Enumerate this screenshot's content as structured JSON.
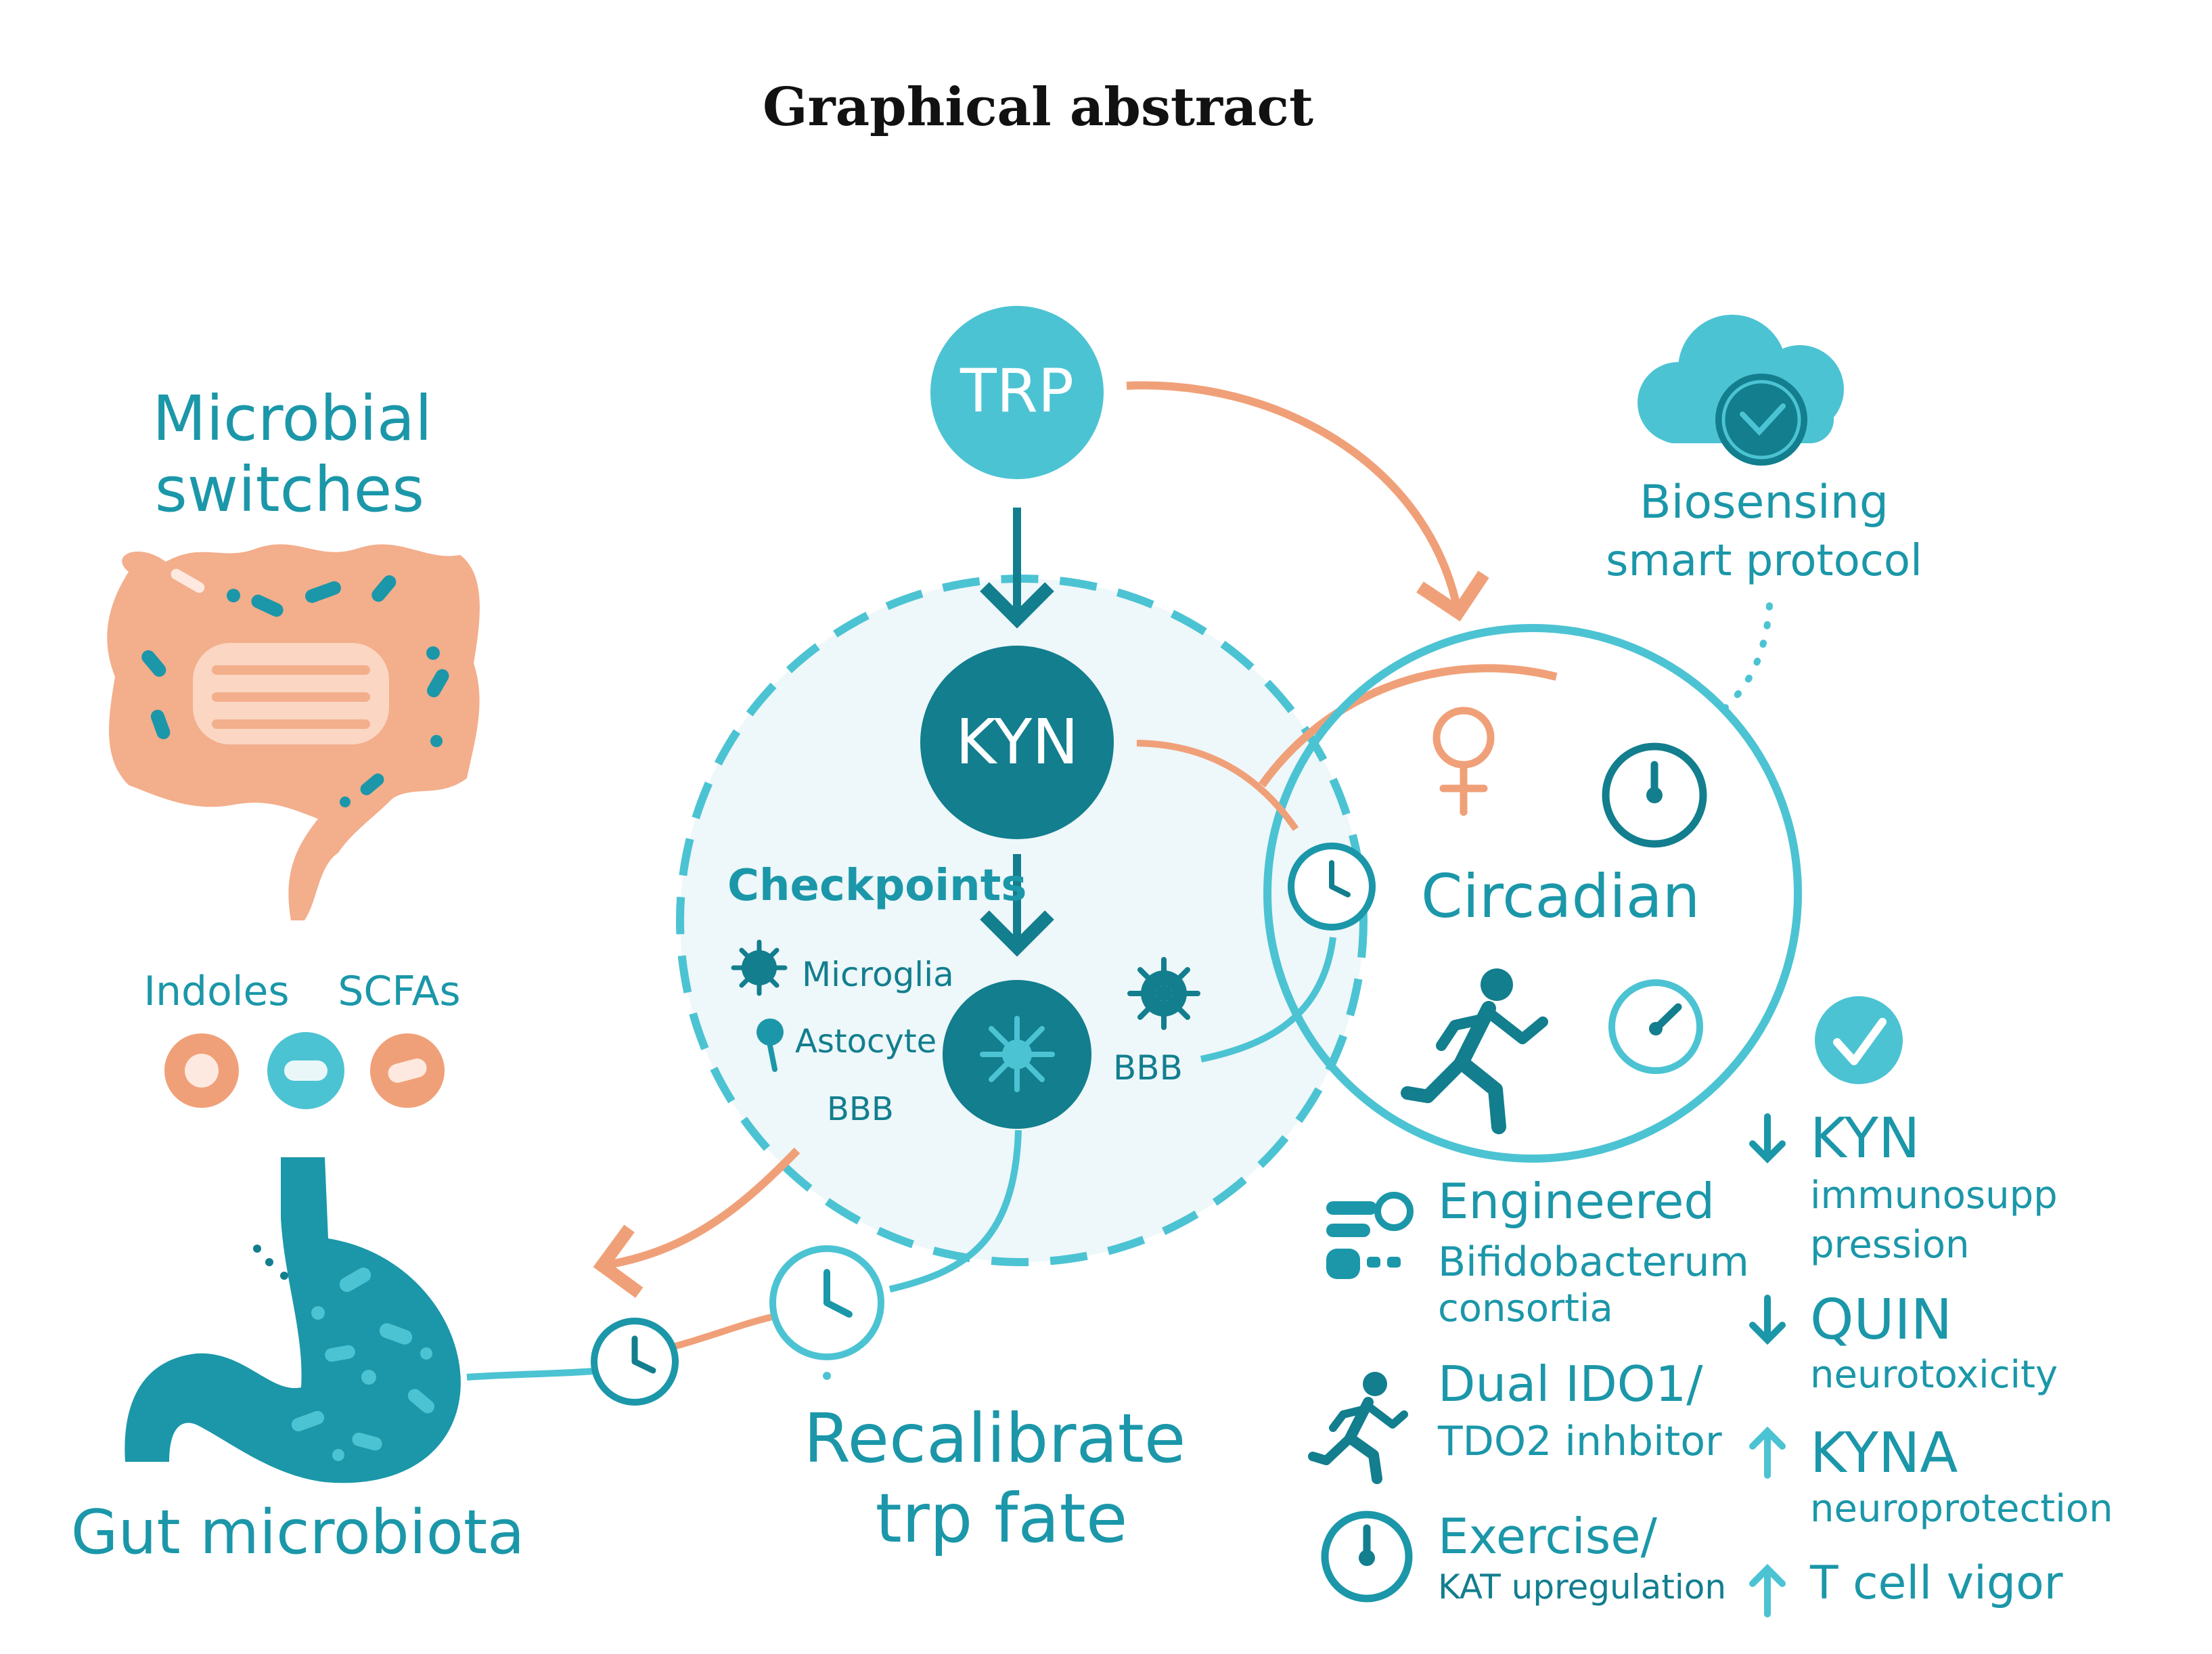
{
  "title": "Graphical abstract",
  "nodes": {
    "trp": "TRP",
    "kyn": "KYN",
    "circadian": "Circadian"
  },
  "microbial": {
    "heading_line1": "Microbial",
    "heading_line2": "switches",
    "indoles": "Indoles",
    "scfas": "SCFAs"
  },
  "checkpoints": {
    "heading": "Checkpoints",
    "microglia": "Microglia",
    "astocyte": "Astocyte",
    "bbb_left": "BBB",
    "bbb_right": "BBB"
  },
  "biosensing": {
    "line1": "Biosensing",
    "line2": "smart protocol"
  },
  "gut": {
    "label": "Gut microbiota"
  },
  "recalibrate": {
    "line1": "Recalibrate",
    "line2": "trp fate"
  },
  "interventions": {
    "engineered_line1": "Engineered",
    "engineered_line2": "Bifidobacterum",
    "engineered_line3": "consortia",
    "dual_line1": "Dual IDO1/",
    "dual_line2": "TDO2 inhbitor",
    "exercise_line1": "Exercise/",
    "exercise_line2": "KAT upregulation"
  },
  "outcomes": {
    "kyn": "KYN",
    "kyn_sub1": "immunosupp",
    "kyn_sub2": "pression",
    "quin": "QUIN",
    "quin_sub": "neurotoxicity",
    "kyna": "KYNA",
    "kyna_sub": "neuroprotection",
    "tcell": "T cell vigor"
  },
  "icons": [
    "colon-icon",
    "stomach-icon",
    "cloud-clock-icon",
    "clock-icon",
    "female-symbol-icon",
    "runner-icon",
    "stopwatch-icon",
    "checkmark-icon",
    "microglia-icon",
    "astrocyte-icon",
    "bacteria-icon"
  ],
  "colors": {
    "teal": "#1b97a9",
    "light_teal": "#4cc3d3",
    "dark_teal": "#127e8e",
    "salmon": "#f0a078",
    "circle_fill": "#eef7f9"
  }
}
